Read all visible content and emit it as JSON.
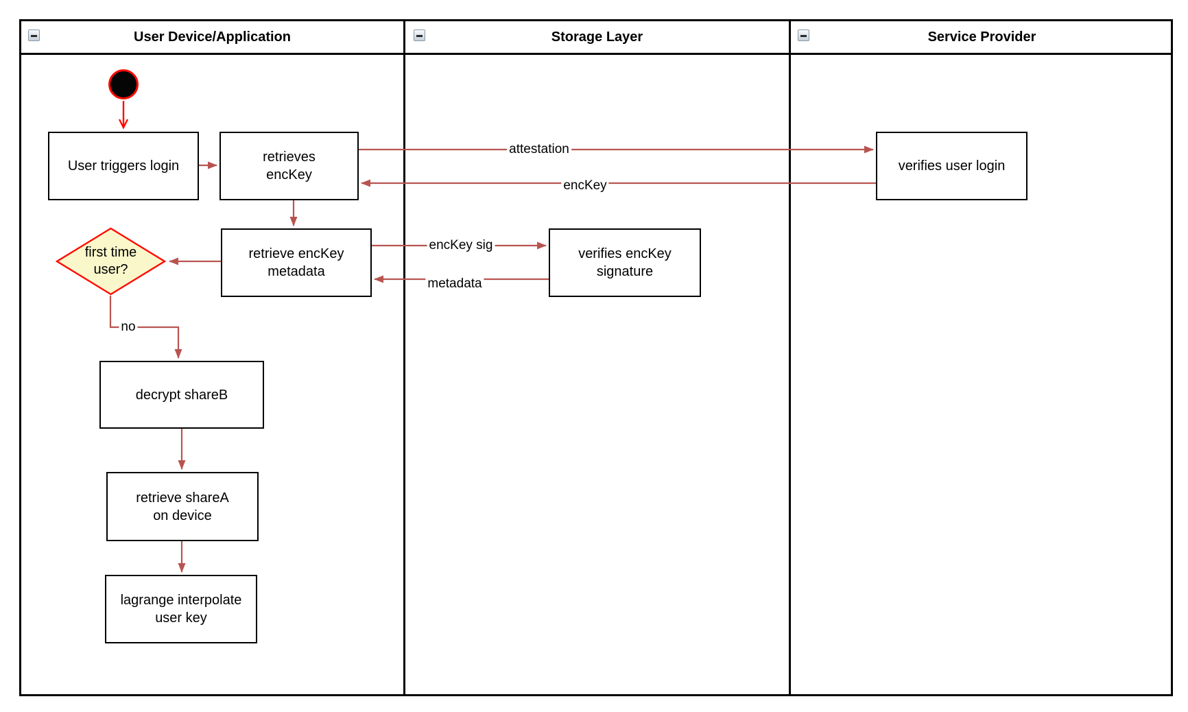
{
  "diagram": {
    "lanes": [
      {
        "title": "User Device/Application"
      },
      {
        "title": "Storage Layer"
      },
      {
        "title": "Service Provider"
      }
    ],
    "nodes": {
      "login": {
        "label": "User triggers login"
      },
      "enckey": {
        "label": "retrieves\nencKey"
      },
      "verify_login": {
        "label": "verifies user login"
      },
      "metadata": {
        "label": "retrieve encKey\nmetadata"
      },
      "verify_sig": {
        "label": "verifies encKey\nsignature"
      },
      "decision": {
        "label": "first time\nuser?"
      },
      "decrypt": {
        "label": "decrypt shareB"
      },
      "sharea": {
        "label": "retrieve shareA\non device"
      },
      "lagrange": {
        "label": "lagrange interpolate\nuser key"
      }
    },
    "edge_labels": {
      "attestation": "attestation",
      "enckey_return": "encKey",
      "enckey_sig": "encKey sig",
      "metadata_return": "metadata",
      "no": "no"
    },
    "colors": {
      "connector": "#B85450",
      "start_accent": "#FF0B00",
      "decision_fill": "#FAF7CB",
      "decision_border": "#FF0B00",
      "node_border": "#000000"
    }
  }
}
